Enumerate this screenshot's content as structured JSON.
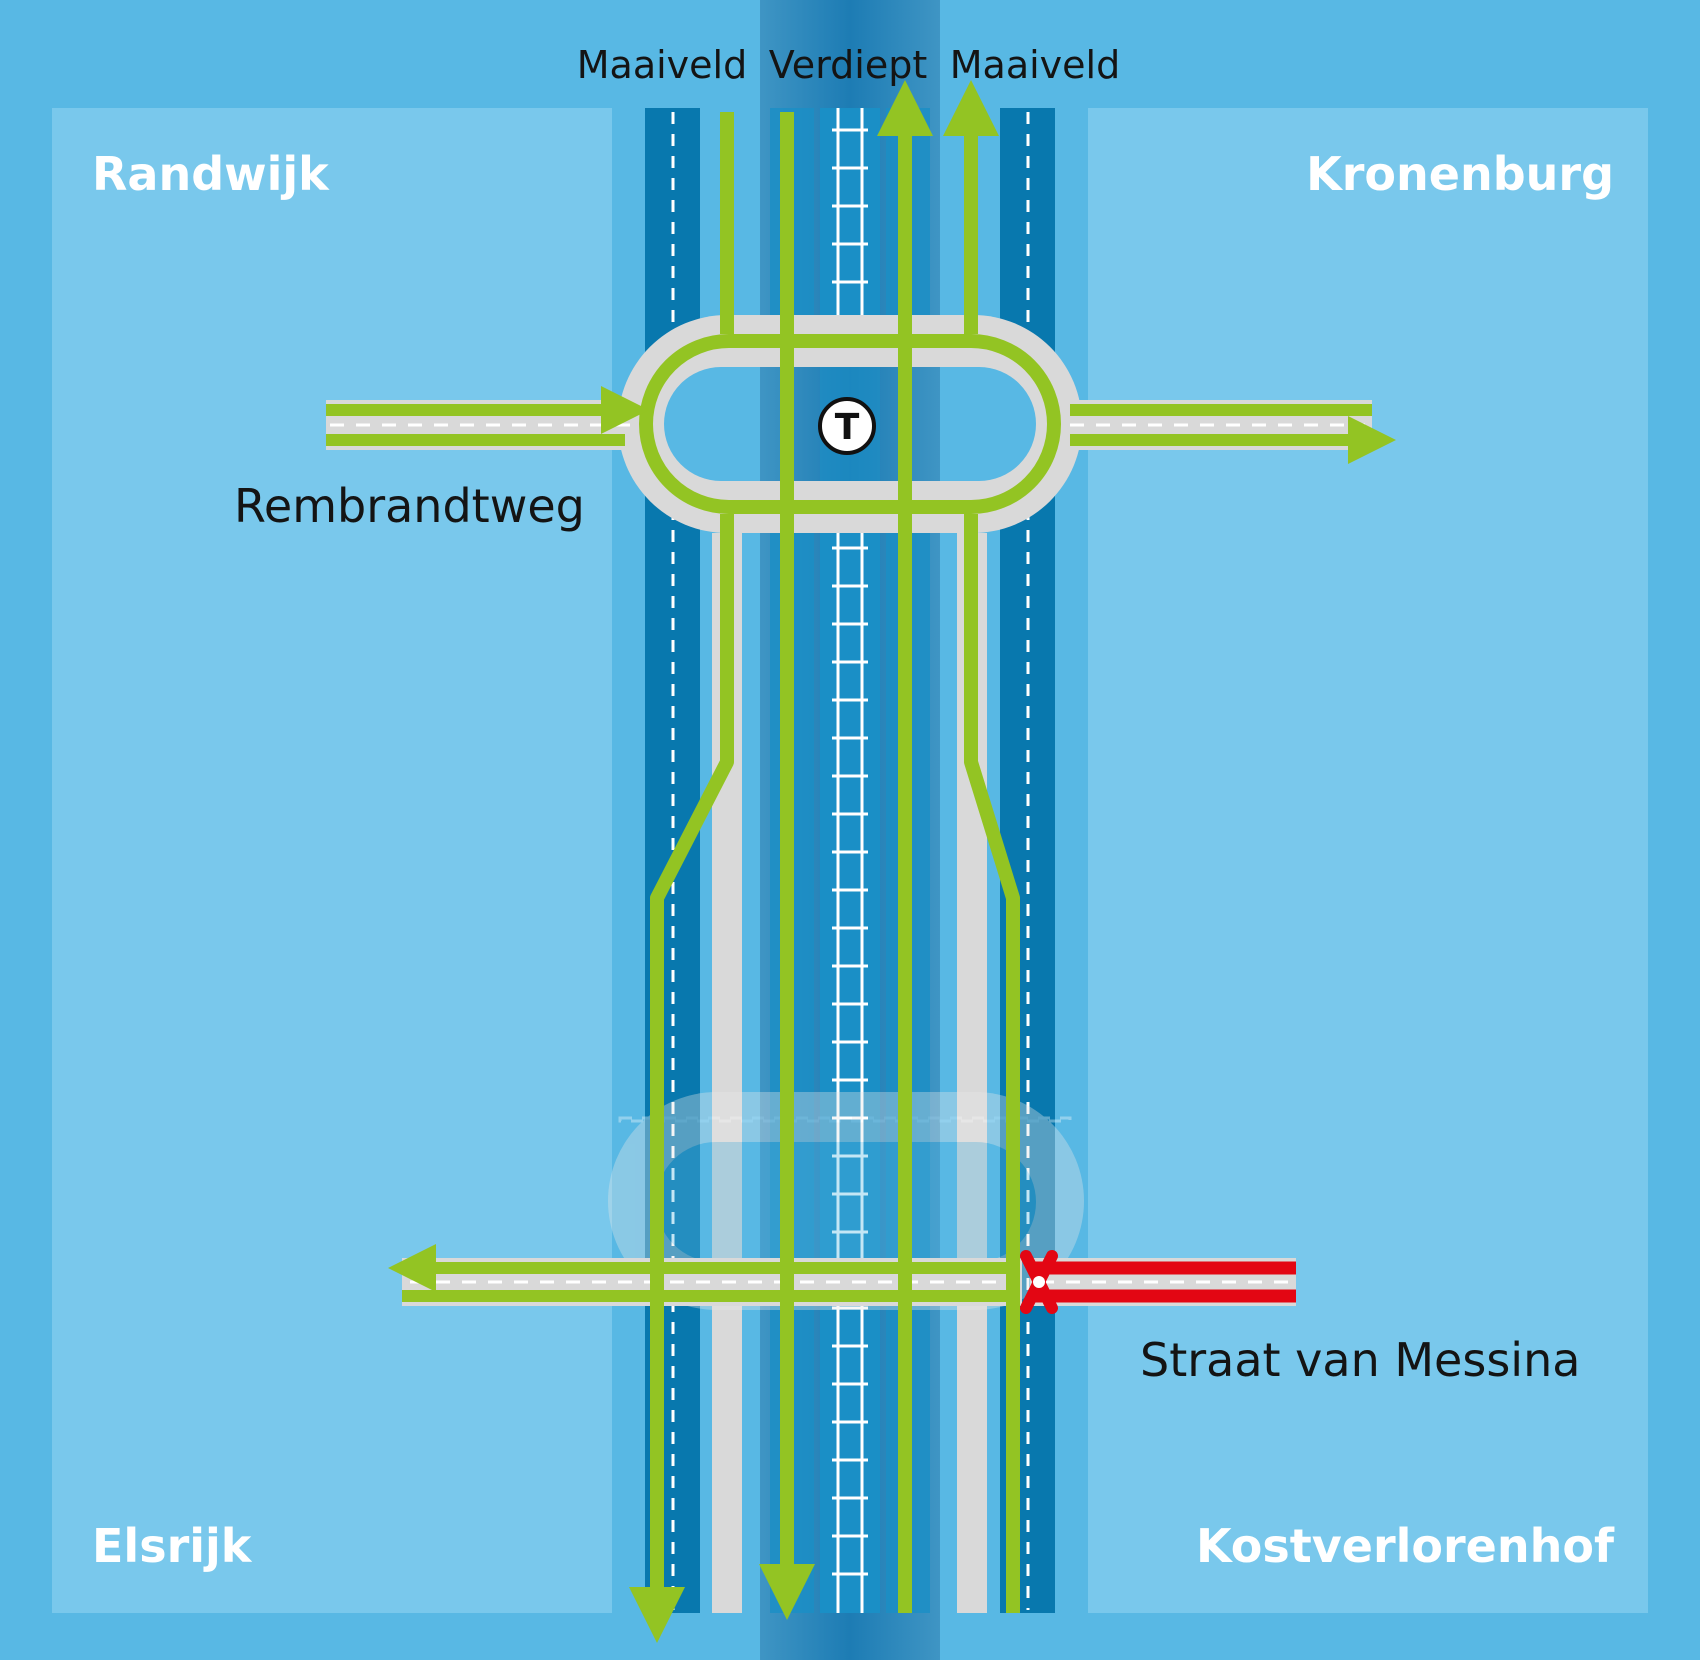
{
  "map": {
    "districts": {
      "north_west": "Randwijk",
      "north_east": "Kronenburg",
      "south_west": "Elsrijk",
      "south_east": "Kostverlorenhof"
    },
    "level_labels": {
      "left": "Maaiveld",
      "center": "Verdiept",
      "right": "Maaiveld"
    },
    "roads": {
      "north": "Rembrandtweg",
      "south": "Straat van Messina"
    },
    "tram_stop": "T",
    "colors": {
      "background": "#58b8e4",
      "district_area": "#79c8ec",
      "sunken_zone": "#4a9fcc",
      "lane_dark": "#0878ae",
      "lane_mid": "#1a8fc6",
      "route_green": "#93c423",
      "road_grey": "#d9d9d9",
      "blocked_red": "#e30613"
    }
  }
}
